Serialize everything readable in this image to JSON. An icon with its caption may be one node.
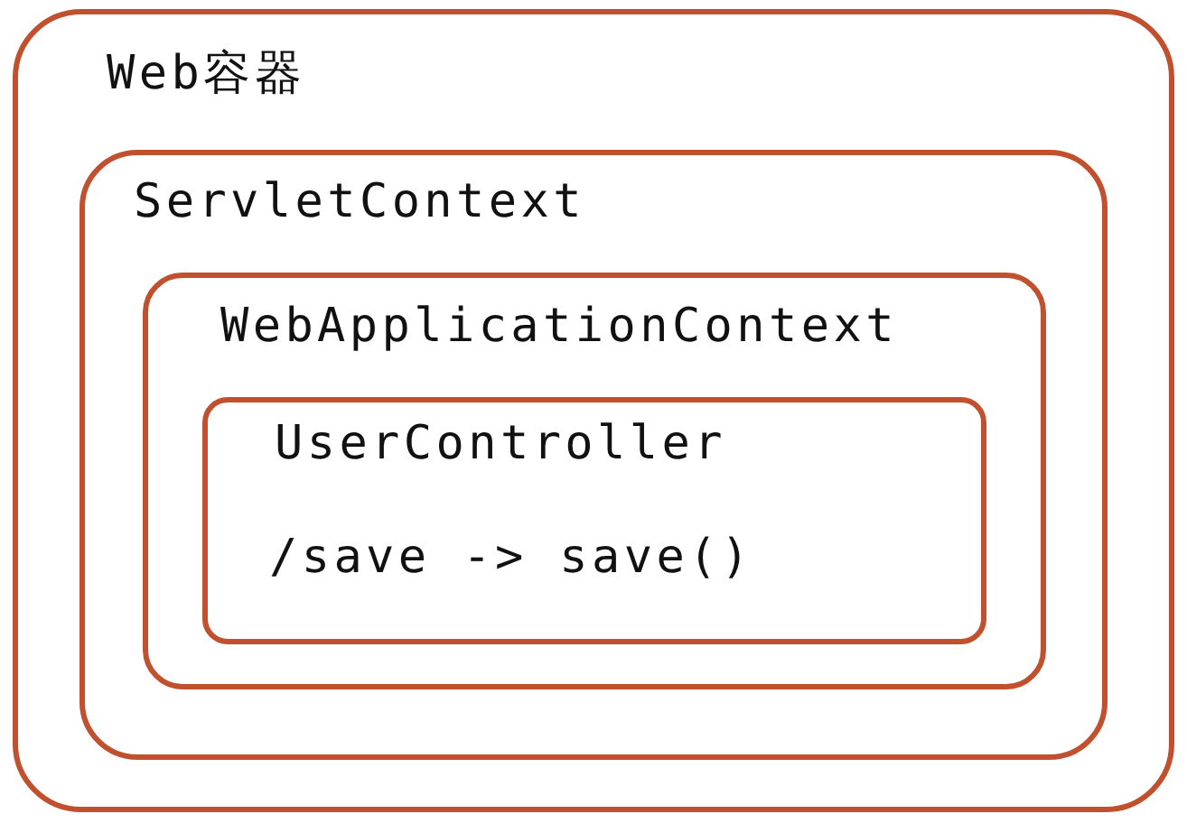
{
  "diagram": {
    "nodes": [
      {
        "text": [
          "Web容器"
        ]
      },
      {
        "text": [
          "ServletContext"
        ],
        "in": 0
      },
      {
        "text": [
          "WebApplicationContext"
        ],
        "in": 1
      },
      {
        "text": [
          "UserController",
          "/save -> save()"
        ],
        "in": 2
      }
    ]
  }
}
